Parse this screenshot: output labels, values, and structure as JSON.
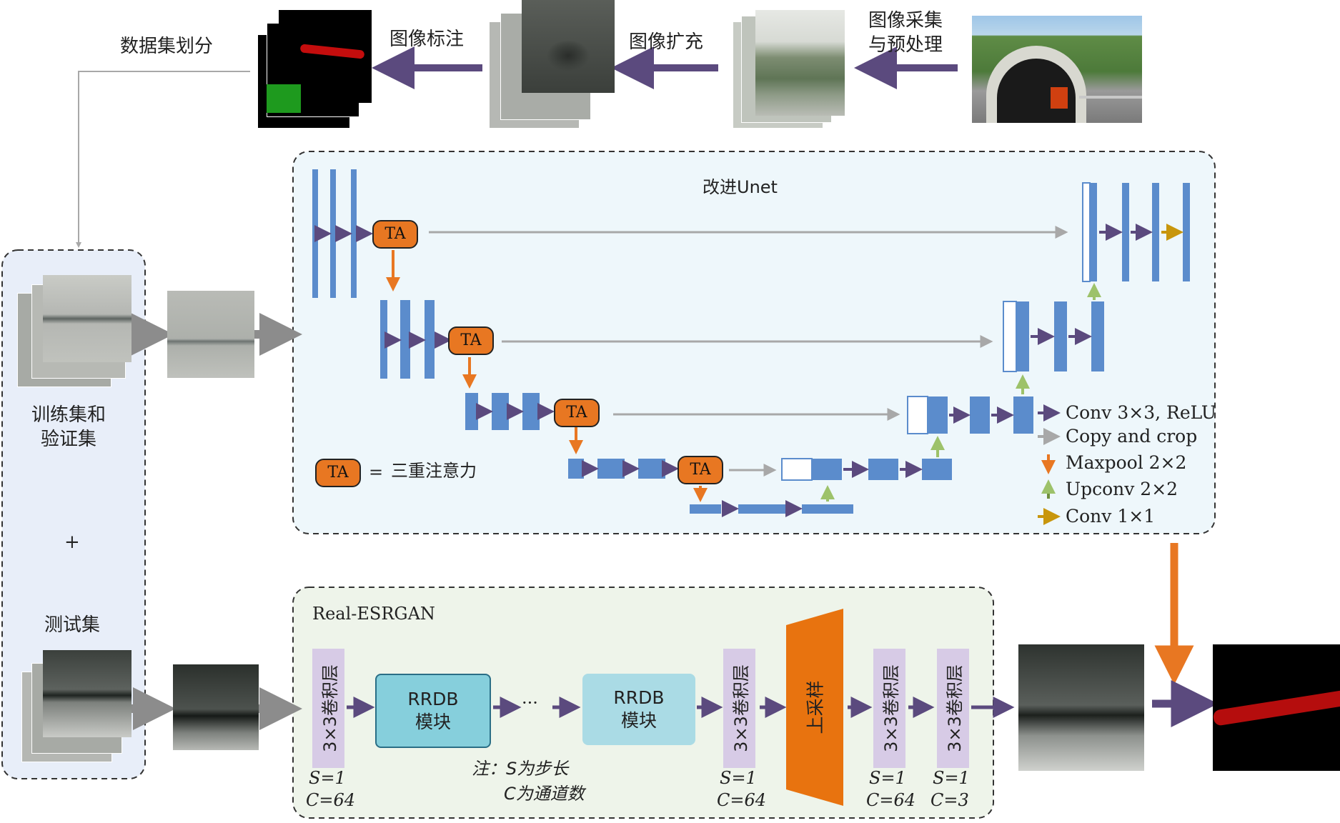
{
  "pipeline": {
    "step1_label": "数据集划分",
    "step2_label": "图像标注",
    "step3_label": "图像扩充",
    "step4_label": "图像采集\n与预处理"
  },
  "dataset": {
    "train_val_label": "训练集和\n验证集",
    "plus": "+",
    "test_label": "测试集"
  },
  "unet": {
    "title": "改进Unet",
    "ta_label": "TA",
    "ta_legend_eq": "=",
    "ta_legend_text": "三重注意力",
    "legend": [
      {
        "text": "Conv 3×3, ReLU",
        "color": "#5b4a7e"
      },
      {
        "text": "Copy and crop",
        "color": "#a8a8a8"
      },
      {
        "text": "Maxpool 2×2",
        "color": "#e87722"
      },
      {
        "text": "Upconv 2×2",
        "color": "#6f8f3c"
      },
      {
        "text": "Conv 1×1",
        "color": "#c8960c"
      }
    ]
  },
  "esrgan": {
    "title": "Real-ESRGAN",
    "conv_label": "3×3卷积层",
    "rrdb1": "RRDB\n模块",
    "rrdb2": "RRDB\n模块",
    "ellipsis": "···",
    "upsample": "上采样",
    "note_line1": "注：S为步长",
    "note_line2": "C为通道数",
    "params": [
      {
        "s": "S=1",
        "c": "C=64"
      },
      {
        "s": "S=1",
        "c": "C=64"
      },
      {
        "s": "S=1",
        "c": "C=64"
      },
      {
        "s": "S=1",
        "c": "C=3"
      }
    ]
  },
  "colors": {
    "block_blue": "#5b8ccc",
    "ta_orange": "#e87722",
    "conv_purple": "#d7cbe6",
    "rrdb_teal": "#86cfdc",
    "arrow_purple": "#5b4a7e",
    "arrow_gray": "#9b9b9b",
    "upsample_orange": "#e8730f"
  }
}
